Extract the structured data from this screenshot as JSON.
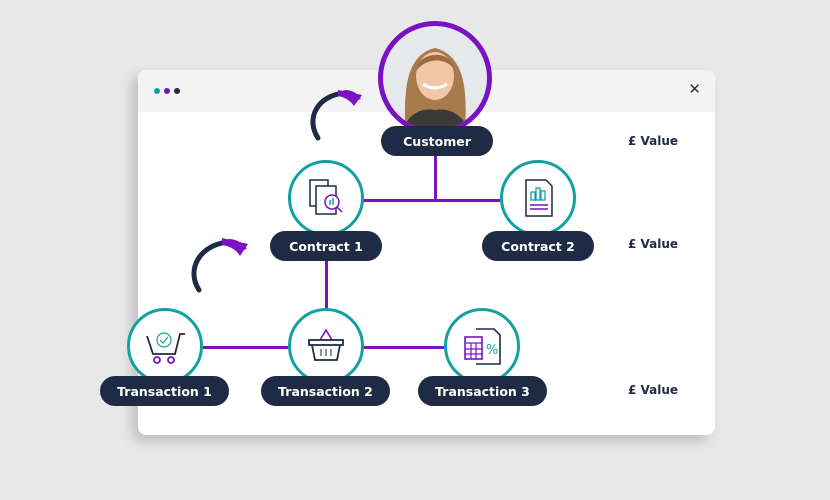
{
  "window": {
    "close_icon": "✕",
    "dots": [
      "#14a19e",
      "#7a12c4",
      "#1f2a44"
    ]
  },
  "nodes": {
    "customer": "Customer",
    "contract1": "Contract 1",
    "contract2": "Contract 2",
    "transaction1": "Transaction 1",
    "transaction2": "Transaction 2",
    "transaction3": "Transaction 3"
  },
  "values": [
    "£ Value",
    "£ Value",
    "£ Value"
  ],
  "colors": {
    "purple": "#7a12c4",
    "teal": "#14a19e",
    "navy": "#1f2a44"
  }
}
